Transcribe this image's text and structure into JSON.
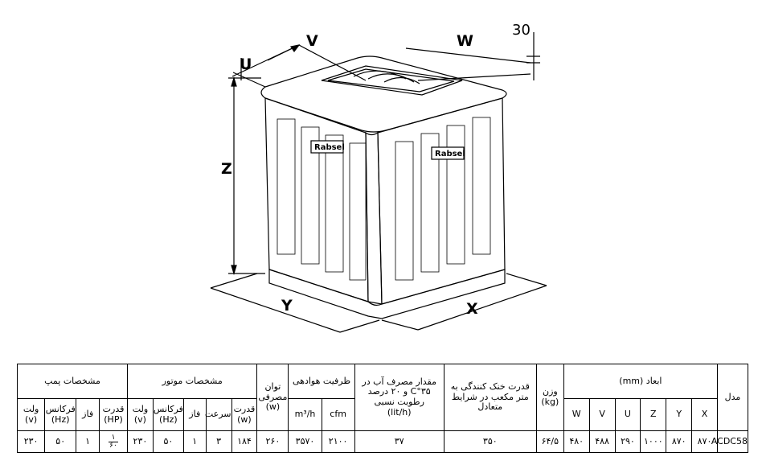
{
  "diagram": {
    "labels": {
      "v": "V",
      "w": "W",
      "u": "U",
      "z": "Z",
      "y": "Y",
      "x": "X",
      "top_gap": "30"
    },
    "brand_text": "Rabsel"
  },
  "table": {
    "headers": {
      "model": "مدل",
      "dimensions": "ابعاد (mm)",
      "weight": "وزن",
      "weight_unit": "(kg)",
      "cooling_capacity": "قدرت خنک کنندگی به متر مکعب در شرایط متعادل",
      "water_usage": "مقدار مصرف آب در ۳۵°C و ۲۰ درصد رطوبت نسبی",
      "water_usage_unit": "(lit/h)",
      "airflow": "ظرفیت هوادهی",
      "airflow_m3h": "m³/h",
      "airflow_cfm": "cfm",
      "power": "توان مصرفی",
      "power_unit": "(w)",
      "motor": "مشخصات موتور",
      "pump": "مشخصات پمپ"
    },
    "dim_columns": [
      "X",
      "Y",
      "Z",
      "U",
      "V",
      "W"
    ],
    "motor_columns": {
      "power": "قدرت",
      "power_unit": "(w)",
      "speed": "سرعت",
      "phase": "فاز",
      "freq": "فرکانس",
      "freq_unit": "(Hz)",
      "volt": "ولت",
      "volt_unit": "(v)"
    },
    "pump_columns": {
      "power": "قدرت",
      "power_unit": "(HP)",
      "phase": "فاز",
      "freq": "فرکانس",
      "freq_unit": "(Hz)",
      "volt": "ولت",
      "volt_unit": "(v)"
    },
    "row": {
      "model": "ACDC58",
      "x": "۸۷۰",
      "y": "۸۷۰",
      "z": "۱۰۰۰",
      "u": "۲۹۰",
      "v": "۴۸۸",
      "w": "۴۸۰",
      "weight": "۶۴/۵",
      "cooling": "۳۵۰",
      "water": "۳۷",
      "cfm": "۲۱۰۰",
      "m3h": "۳۵۷۰",
      "power": "۲۶۰",
      "motor_power": "۱۸۴",
      "motor_speed": "۳",
      "motor_phase": "۱",
      "motor_freq": "۵۰",
      "motor_volt": "۲۳۰",
      "pump_power_num": "۱",
      "pump_power_den": "۶۰",
      "pump_phase": "۱",
      "pump_freq": "۵۰",
      "pump_volt": "۲۳۰"
    }
  }
}
